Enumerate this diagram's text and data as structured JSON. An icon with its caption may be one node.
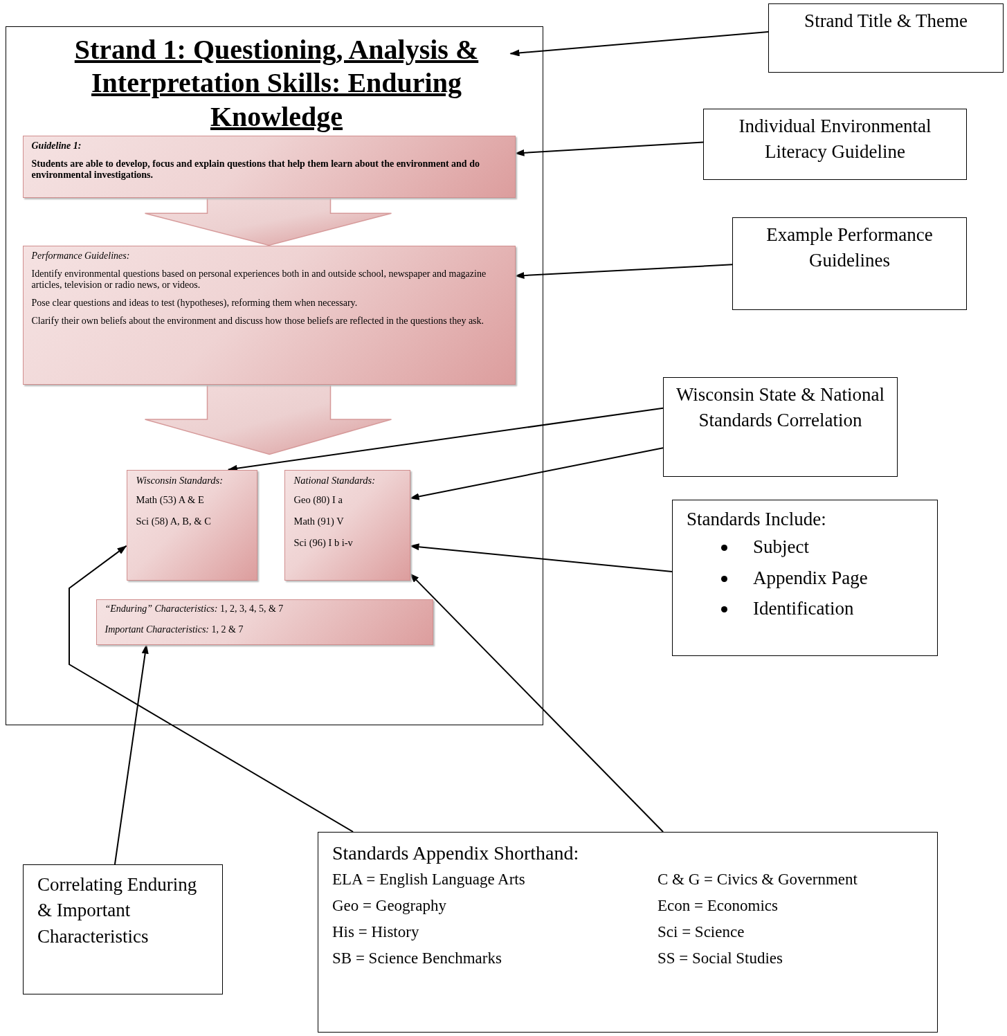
{
  "diagram": {
    "nodes": [
      {
        "text": [],
        "shape": "box"
      },
      {
        "text": [
          "Strand 1: Questioning, Analysis & Interpretation Skills:  Enduring Knowledge"
        ],
        "in": 0
      },
      {
        "text": [
          "Guideline 1:",
          "Students are able to develop, focus and explain questions that help them learn about the environment and do environmental investigations."
        ],
        "in": 0
      },
      {
        "text": [
          "Performance Guidelines:",
          "Identify environmental questions based on personal experiences both in and outside school, newspaper and magazine articles, television or radio news, or videos.",
          "Pose clear questions and ideas to test (hypotheses), reforming them when necessary.",
          "Clarify their own beliefs about the environment and discuss how those beliefs are reflected in the questions they ask."
        ],
        "in": 0
      },
      {
        "text": [
          "Wisconsin Standards:",
          "Math (53) A & E",
          "Sci (58) A, B, & C"
        ],
        "in": 0
      },
      {
        "text": [
          "National Standards:",
          "Geo (80) I a",
          "Math (91) V",
          "Sci (96) I b i-v"
        ],
        "in": 0
      },
      {
        "text": [
          "*“Enduring” Characteristics:* 1, 2, 3, 4, 5, & 7",
          "*Important Characteristics:* 1, 2 & 7"
        ],
        "in": 0
      },
      {
        "text": [
          "Strand Title & Theme"
        ]
      },
      {
        "text": [
          "Individual Environmental Literacy Guideline"
        ]
      },
      {
        "text": [
          "Example Performance Guidelines"
        ]
      },
      {
        "text": [
          "Wisconsin State & National Standards Correlation"
        ]
      },
      {
        "text": [
          "Standards Include:",
          "Subject",
          "Appendix Page",
          "Identification"
        ]
      },
      {
        "text": [
          "Correlating Enduring & Important Characteristics"
        ]
      },
      {
        "text": [
          "Standards Appendix Shorthand:",
          "ELA = English Language Arts",
          "C & G = Civics & Government",
          "Geo = Geography",
          "Econ = Economics",
          "His = History",
          "Sci = Science",
          "SB = Science Benchmarks",
          "SS = Social Studies"
        ]
      }
    ],
    "edges": [
      {
        "from": 2,
        "to": 3,
        "arrow": "to",
        "style": "thick"
      },
      {
        "from": 3,
        "to": 4,
        "arrow": "to",
        "style": "thick"
      },
      {
        "from": 3,
        "to": 5,
        "arrow": "to",
        "style": "thick"
      },
      {
        "from": 7,
        "to": 1,
        "arrow": "to"
      },
      {
        "from": 8,
        "to": 2,
        "arrow": "to"
      },
      {
        "from": 9,
        "to": 3,
        "arrow": "to"
      },
      {
        "from": 10,
        "to": 4,
        "arrow": "to"
      },
      {
        "from": 10,
        "to": 5,
        "arrow": "to"
      },
      {
        "from": 11,
        "to": 5,
        "arrow": "to"
      },
      {
        "from": 12,
        "to": 6,
        "arrow": "to"
      },
      {
        "from": 13,
        "to": 4,
        "arrow": "to"
      },
      {
        "from": 13,
        "to": 5,
        "arrow": "to"
      }
    ]
  }
}
